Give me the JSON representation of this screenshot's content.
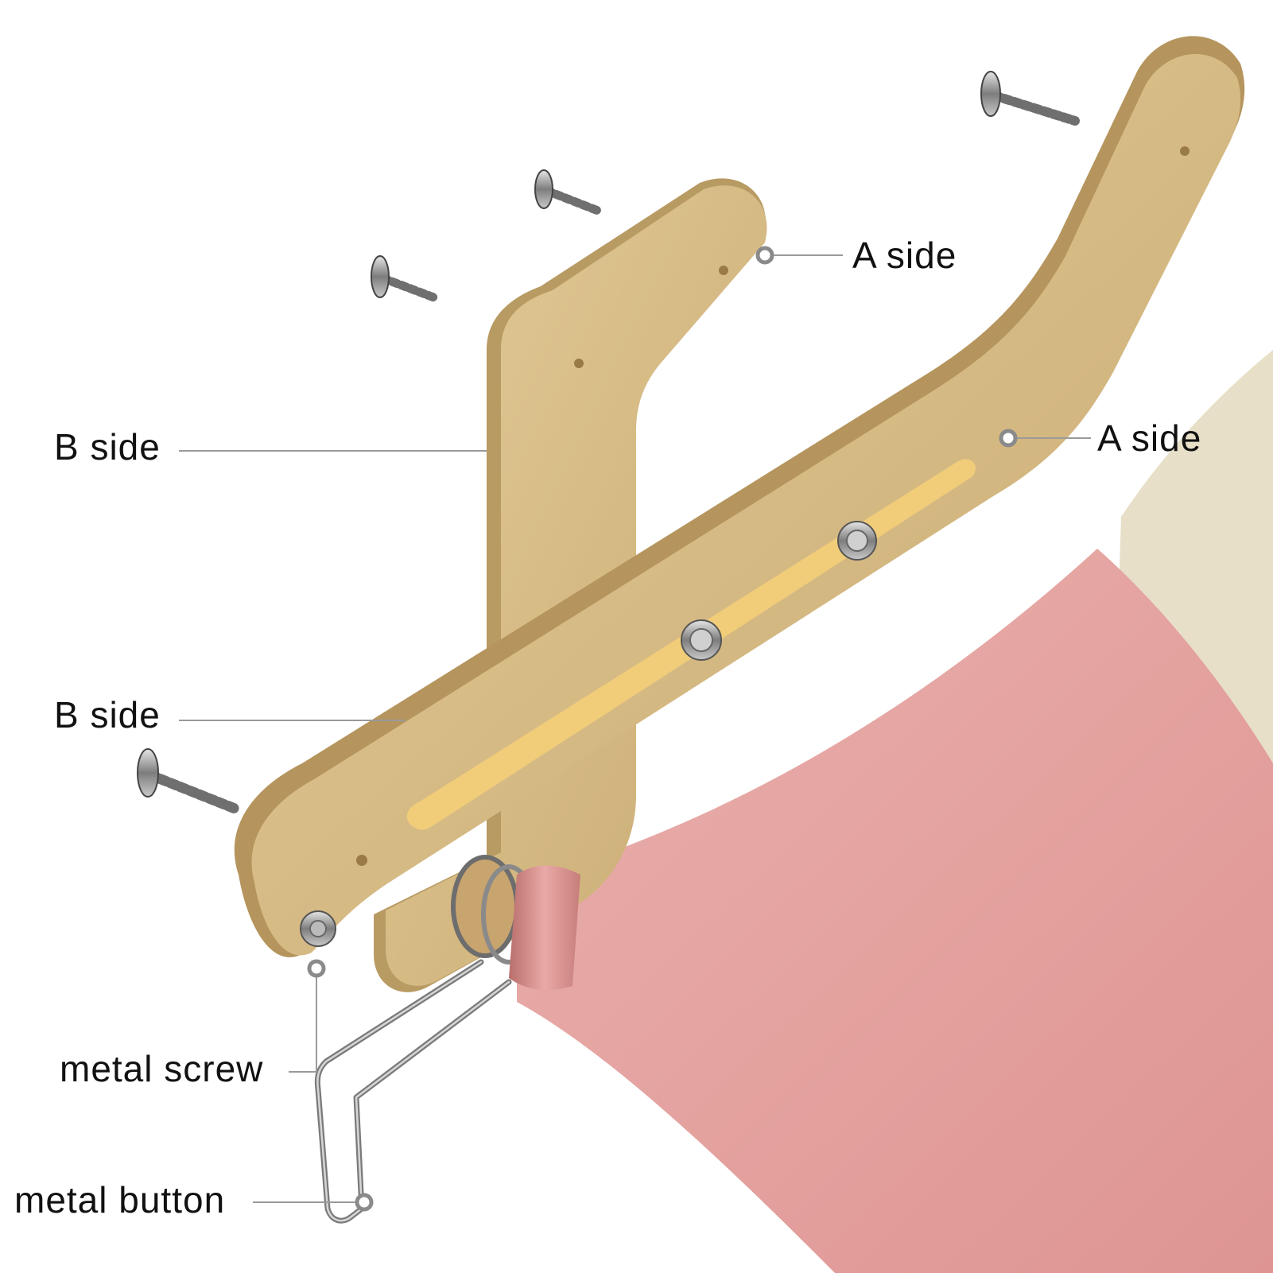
{
  "labels": {
    "a_side_top": "A side",
    "a_side_right": "A side",
    "b_side_upper": "B side",
    "b_side_lower": "B side",
    "metal_screw": "metal screw",
    "metal_button": "metal button"
  },
  "colors": {
    "wood_face": "#d9c08e",
    "wood_edge": "#b99a63",
    "slot": "#f2cf7a",
    "fabric_pink": "#e8a5a2",
    "fabric_cream": "#e8e0c8",
    "metal": "#8c8c8c"
  }
}
